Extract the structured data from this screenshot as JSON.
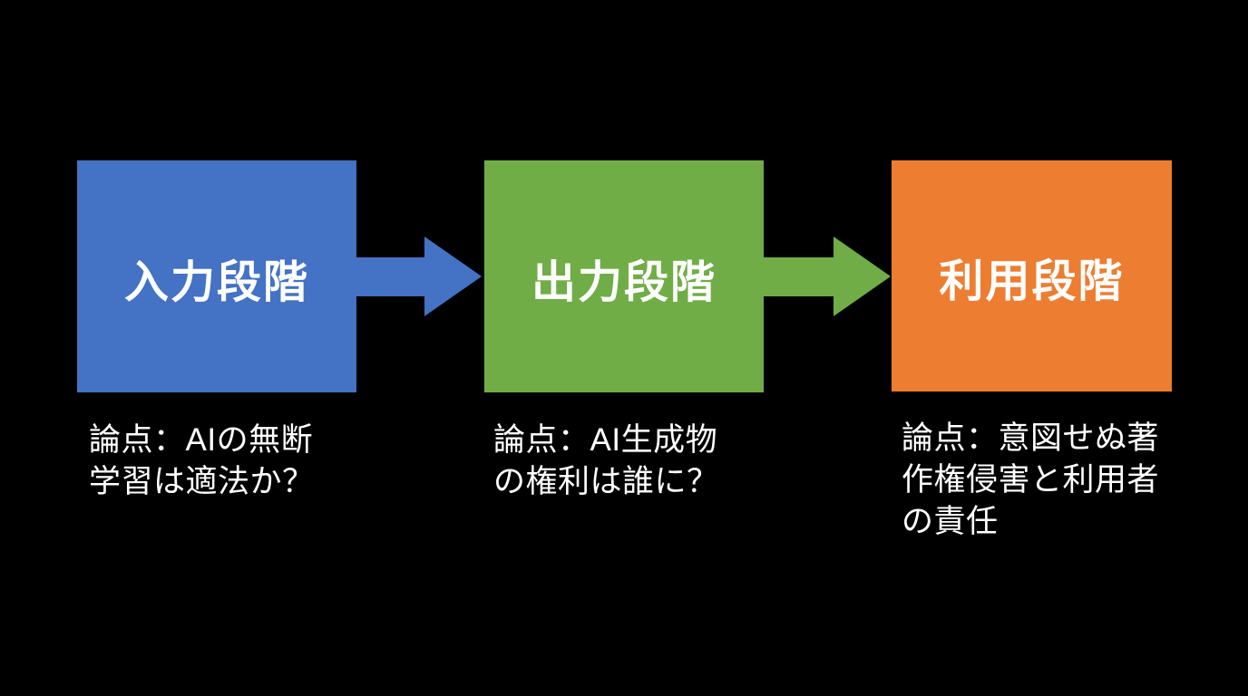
{
  "canvas": {
    "background": "#000000",
    "text_color": "#ffffff"
  },
  "diagram": {
    "type": "process-flow",
    "stages": [
      {
        "id": "input",
        "label": "入力段階",
        "color": "#4472C4",
        "caption": "論点：AIの無断\n学習は適法か？"
      },
      {
        "id": "output",
        "label": "出力段階",
        "color": "#70AD47",
        "caption": "論点：AI生成物\nの権利は誰に？"
      },
      {
        "id": "usage",
        "label": "利用段階",
        "color": "#ED7D31",
        "caption": "論点：意図せぬ著\n作権侵害と利用者\nの責任"
      }
    ],
    "arrows": [
      {
        "id": "input-to-output",
        "color": "#4472C4"
      },
      {
        "id": "output-to-usage",
        "color": "#70AD47"
      }
    ]
  }
}
